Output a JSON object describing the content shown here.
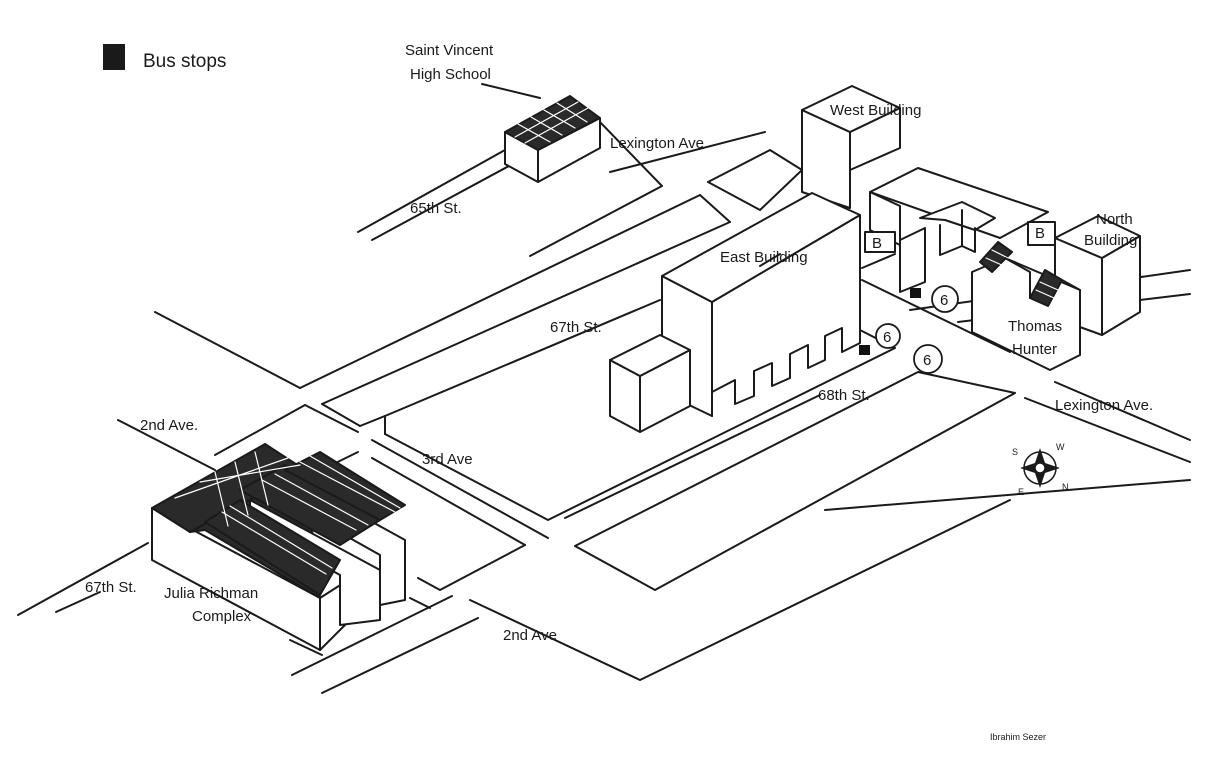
{
  "legend": {
    "label": "Bus stops",
    "swatch_color": "#1a1a1a"
  },
  "buildings": {
    "saint_vincent": [
      "Saint Vincent",
      "High School"
    ],
    "west": "West Building",
    "north": [
      "North",
      "Building"
    ],
    "east": "East Building",
    "thomas_hunter": [
      "Thomas",
      "Hunter"
    ],
    "julia_richman": [
      "Julia Richman",
      "Complex"
    ]
  },
  "streets": {
    "lexington_top": "Lexington Ave.",
    "lexington_right": "Lexington Ave.",
    "st65": "65th St.",
    "st67": "67th St.",
    "st67_left": "67th St.",
    "st68": "68th St.",
    "ave2_left": "2nd Ave.",
    "ave3": "3rd Ave",
    "ave2_bottom": "2nd Ave"
  },
  "entrances": {
    "west": "B",
    "north": "B"
  },
  "bus_routes": [
    "6",
    "6",
    "6"
  ],
  "compass": {
    "s": "S",
    "w": "W",
    "e": "E",
    "n": "N"
  },
  "credit": "Ibrahim Sezer"
}
